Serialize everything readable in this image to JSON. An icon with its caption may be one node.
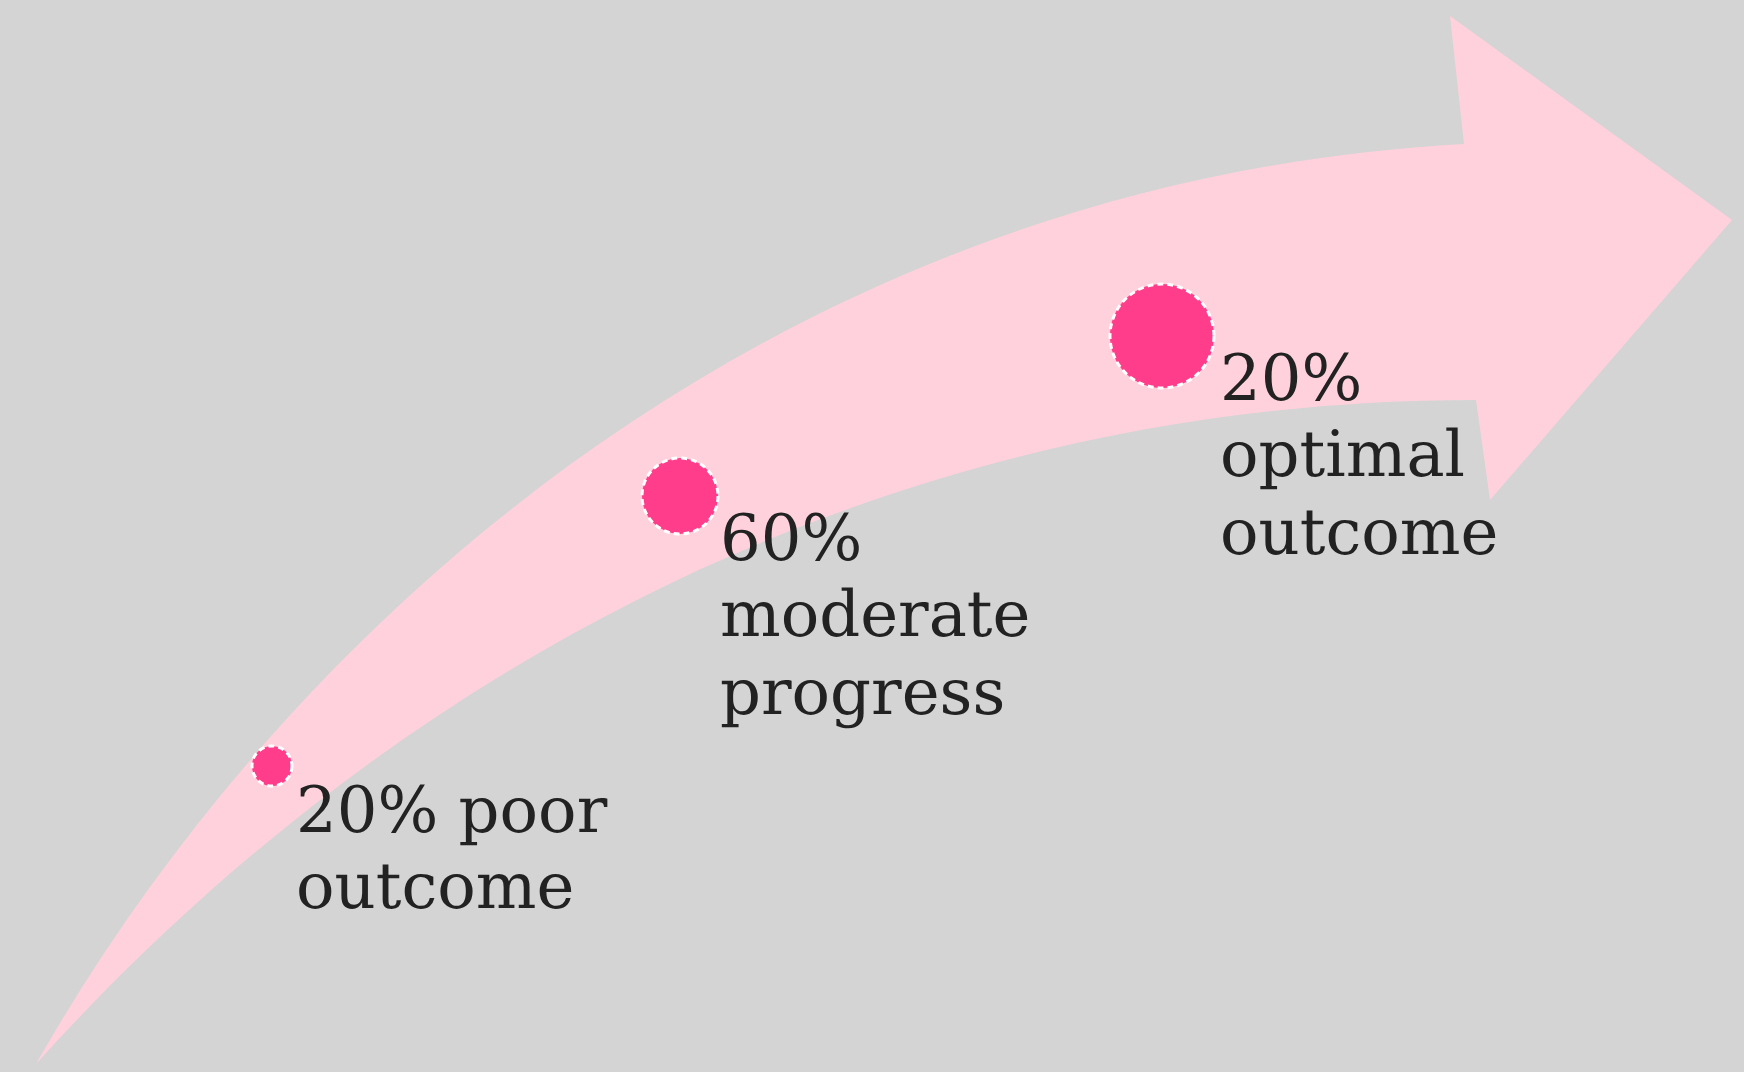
{
  "diagram": {
    "nodes": [
      {
        "text": [],
        "shape": "circle",
        "beside": [
          "20% poor outcome"
        ]
      },
      {
        "text": [],
        "shape": "circle",
        "beside": [
          "60% moderate progress"
        ]
      },
      {
        "text": [],
        "shape": "circle",
        "beside": [
          "20% optimal outcome"
        ]
      }
    ]
  }
}
